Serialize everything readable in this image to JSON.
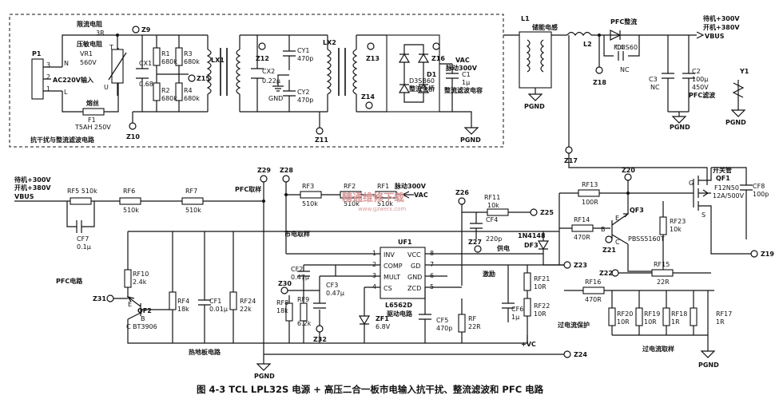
{
  "caption": "图 4-3   TCL LPL32S 电源 + 高压二合一板市电输入抗干扰、整流滤波和 PFC 电路",
  "watermark": {
    "main": "精通维修下载",
    "url": "www.gzweix.com"
  },
  "section_labels": {
    "emi": "抗干扰与整流滤波电路",
    "pfc": "PFC电路",
    "hot": "热地板电路",
    "ocp": "过电流保护",
    "ocp_sample": "过电流取样",
    "mains_sample": "市电取样",
    "pfc_sample": "PFC取样",
    "drive": "激励",
    "supply": "供电",
    "drive_circuit": "驱动电路",
    "filter_cap": "整流滤波电容",
    "bridge": "整流全桥"
  },
  "connector": {
    "name": "P1",
    "pins": [
      "3",
      "2",
      "1"
    ],
    "letters": [
      "N",
      "AC220V输入",
      "L"
    ]
  },
  "components": {
    "vr1": [
      "限流电阻",
      "3R",
      "压敏电阻",
      "VR1",
      "560V"
    ],
    "f1": [
      "熔丝",
      "F1",
      "T5AH 250V"
    ],
    "cx1": [
      "CX1",
      "0.68μ"
    ],
    "r1": [
      "R1",
      "680k"
    ],
    "r2": [
      "R2",
      "680k"
    ],
    "r3": [
      "R3",
      "680k"
    ],
    "r4": [
      "R4",
      "680k"
    ],
    "lx1": "LX1",
    "lx2": "LX2",
    "cx2": [
      "CX2",
      "0.22μ"
    ],
    "cy1": [
      "CY1",
      "470p"
    ],
    "cy2": [
      "CY2",
      "470p"
    ],
    "d1": [
      "D1",
      "D3SB60"
    ],
    "c1": [
      "C1",
      "1μ"
    ],
    "vac": [
      "VAC",
      "脉动300V"
    ],
    "l1": [
      "L1",
      "储能电感"
    ],
    "l2": "L2",
    "pfc_diode": [
      "PFC整流",
      "F08S60"
    ],
    "c4": [
      "C4",
      "NC"
    ],
    "c3": [
      "C3",
      "NC"
    ],
    "c2": [
      "C2",
      "100μ",
      "450V",
      "PFC滤波"
    ],
    "vbus_top": [
      "待机+300V",
      "开机+380V",
      "VBUS"
    ],
    "vbus_left": [
      "待机+300V",
      "开机+380V",
      "VBUS"
    ],
    "y1": "Y1",
    "rf5": "RF5 510k",
    "rf6": [
      "RF6",
      "510k"
    ],
    "rf7": [
      "RF7",
      "510k"
    ],
    "rf3": [
      "RF3",
      "510k"
    ],
    "rf2": [
      "RF2",
      "510k"
    ],
    "rf1": [
      "RF1",
      "510k"
    ],
    "vac2": [
      "脉动300V",
      "VAC"
    ],
    "cf7": [
      "CF7",
      "0.1μ"
    ],
    "rf11": [
      "RF11",
      "10k"
    ],
    "cf4": [
      "CF4",
      "220p"
    ],
    "df3": [
      "1N4148",
      "DF3"
    ],
    "rf13": [
      "RF13",
      "100R"
    ],
    "rf14": [
      "RF14",
      "470R"
    ],
    "qf3": [
      "QF3",
      "PBSS5160T"
    ],
    "rf23": [
      "RF23",
      "10k"
    ],
    "qf1": [
      "开关管",
      "QF1",
      "F12N50",
      "12A/500V"
    ],
    "cf8": [
      "CF8",
      "100p"
    ],
    "rf15": [
      "RF15",
      "22R"
    ],
    "rf16": [
      "RF16",
      "470R"
    ],
    "rf20": [
      "RF20",
      "10R"
    ],
    "rf19": [
      "RF19",
      "10R"
    ],
    "rf18": [
      "RF18",
      "1R"
    ],
    "rf17": [
      "RF17",
      "1R"
    ],
    "rf10": [
      "RF10",
      "2.4k"
    ],
    "qf2": [
      "QF2",
      "BT3906"
    ],
    "rf4": [
      "RF4",
      "18k"
    ],
    "cf1": [
      "CF1",
      "0.01μ"
    ],
    "rf24": [
      "RF24",
      "22k"
    ],
    "cf2": [
      "CF2",
      "0.47μ"
    ],
    "rf8": [
      "RF8",
      "18k"
    ],
    "rf9": [
      "RF9",
      "6.2k"
    ],
    "cf3": [
      "CF3",
      "0.47μ"
    ],
    "zf1": [
      "ZF1",
      "6.8V"
    ],
    "cf5": [
      "CF5",
      "470p"
    ],
    "rf_22r": [
      "RF",
      "22R"
    ],
    "rf21": [
      "RF21",
      "10R"
    ],
    "rf22": [
      "RF22",
      "10R"
    ],
    "cf6": [
      "CF6",
      "1μ"
    ],
    "vc": "+VC",
    "uf1": {
      "name": "UF1",
      "part": "L6562D",
      "left_pins": [
        "INV",
        "COMP",
        "MULT",
        "CS"
      ],
      "right_pins": [
        "VCC",
        "GD",
        "GND",
        "ZCD"
      ],
      "left_nums": [
        "1",
        "2",
        "3",
        "4"
      ],
      "right_nums": [
        "8",
        "7",
        "6",
        "5"
      ]
    }
  },
  "test_points": [
    "Z9",
    "Z10",
    "Z12",
    "Z15",
    "Z13",
    "Z16",
    "Z14",
    "Z11",
    "Z18",
    "Z17",
    "Z29",
    "Z28",
    "Z26",
    "Z25",
    "Z20",
    "Z27",
    "Z23",
    "Z21",
    "Z22",
    "Z19",
    "Z30",
    "Z31",
    "Z32",
    "Z24"
  ],
  "grounds": {
    "pgnd": "PGND",
    "gnd": "GND"
  },
  "letters": {
    "u": "U",
    "t": "T",
    "e": "E",
    "b": "B",
    "c": "C",
    "g": "G",
    "s": "S"
  }
}
